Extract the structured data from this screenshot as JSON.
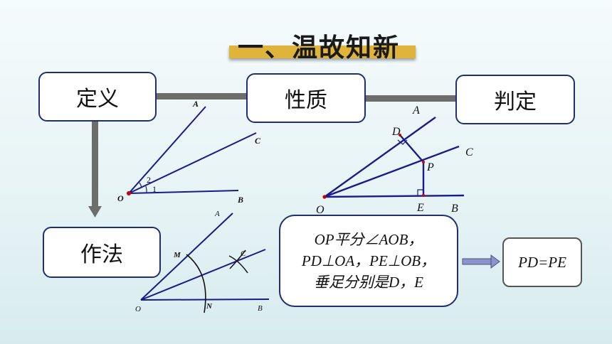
{
  "title": "一、温故知新",
  "boxes": {
    "definition": "定义",
    "property": "性质",
    "criterion": "判定",
    "construction": "作法"
  },
  "condition": {
    "line1": "OP平分∠AOB，",
    "line2": "PD⊥OA，PE⊥OB，",
    "line3": "垂足分别是D，E"
  },
  "result": "PD=PE",
  "figure1": {
    "labels": {
      "A": "A",
      "C": "C",
      "B": "B",
      "O": "O",
      "angle2": "2",
      "angle1": "1"
    }
  },
  "figure2": {
    "labels": {
      "A": "A",
      "D": "D",
      "C": "C",
      "P": "P",
      "O": "O",
      "E": "E",
      "B": "B"
    }
  },
  "figure3": {
    "labels": {
      "A": "A",
      "M": "M",
      "C": "C",
      "O": "O",
      "N": "N",
      "B": "B"
    }
  },
  "colors": {
    "line": "#1a1a8c",
    "box_border": "#1f2f6f",
    "connector": "#6d6d6d",
    "title_bar": "#e0b43a",
    "arrow": "#8b95c9"
  }
}
